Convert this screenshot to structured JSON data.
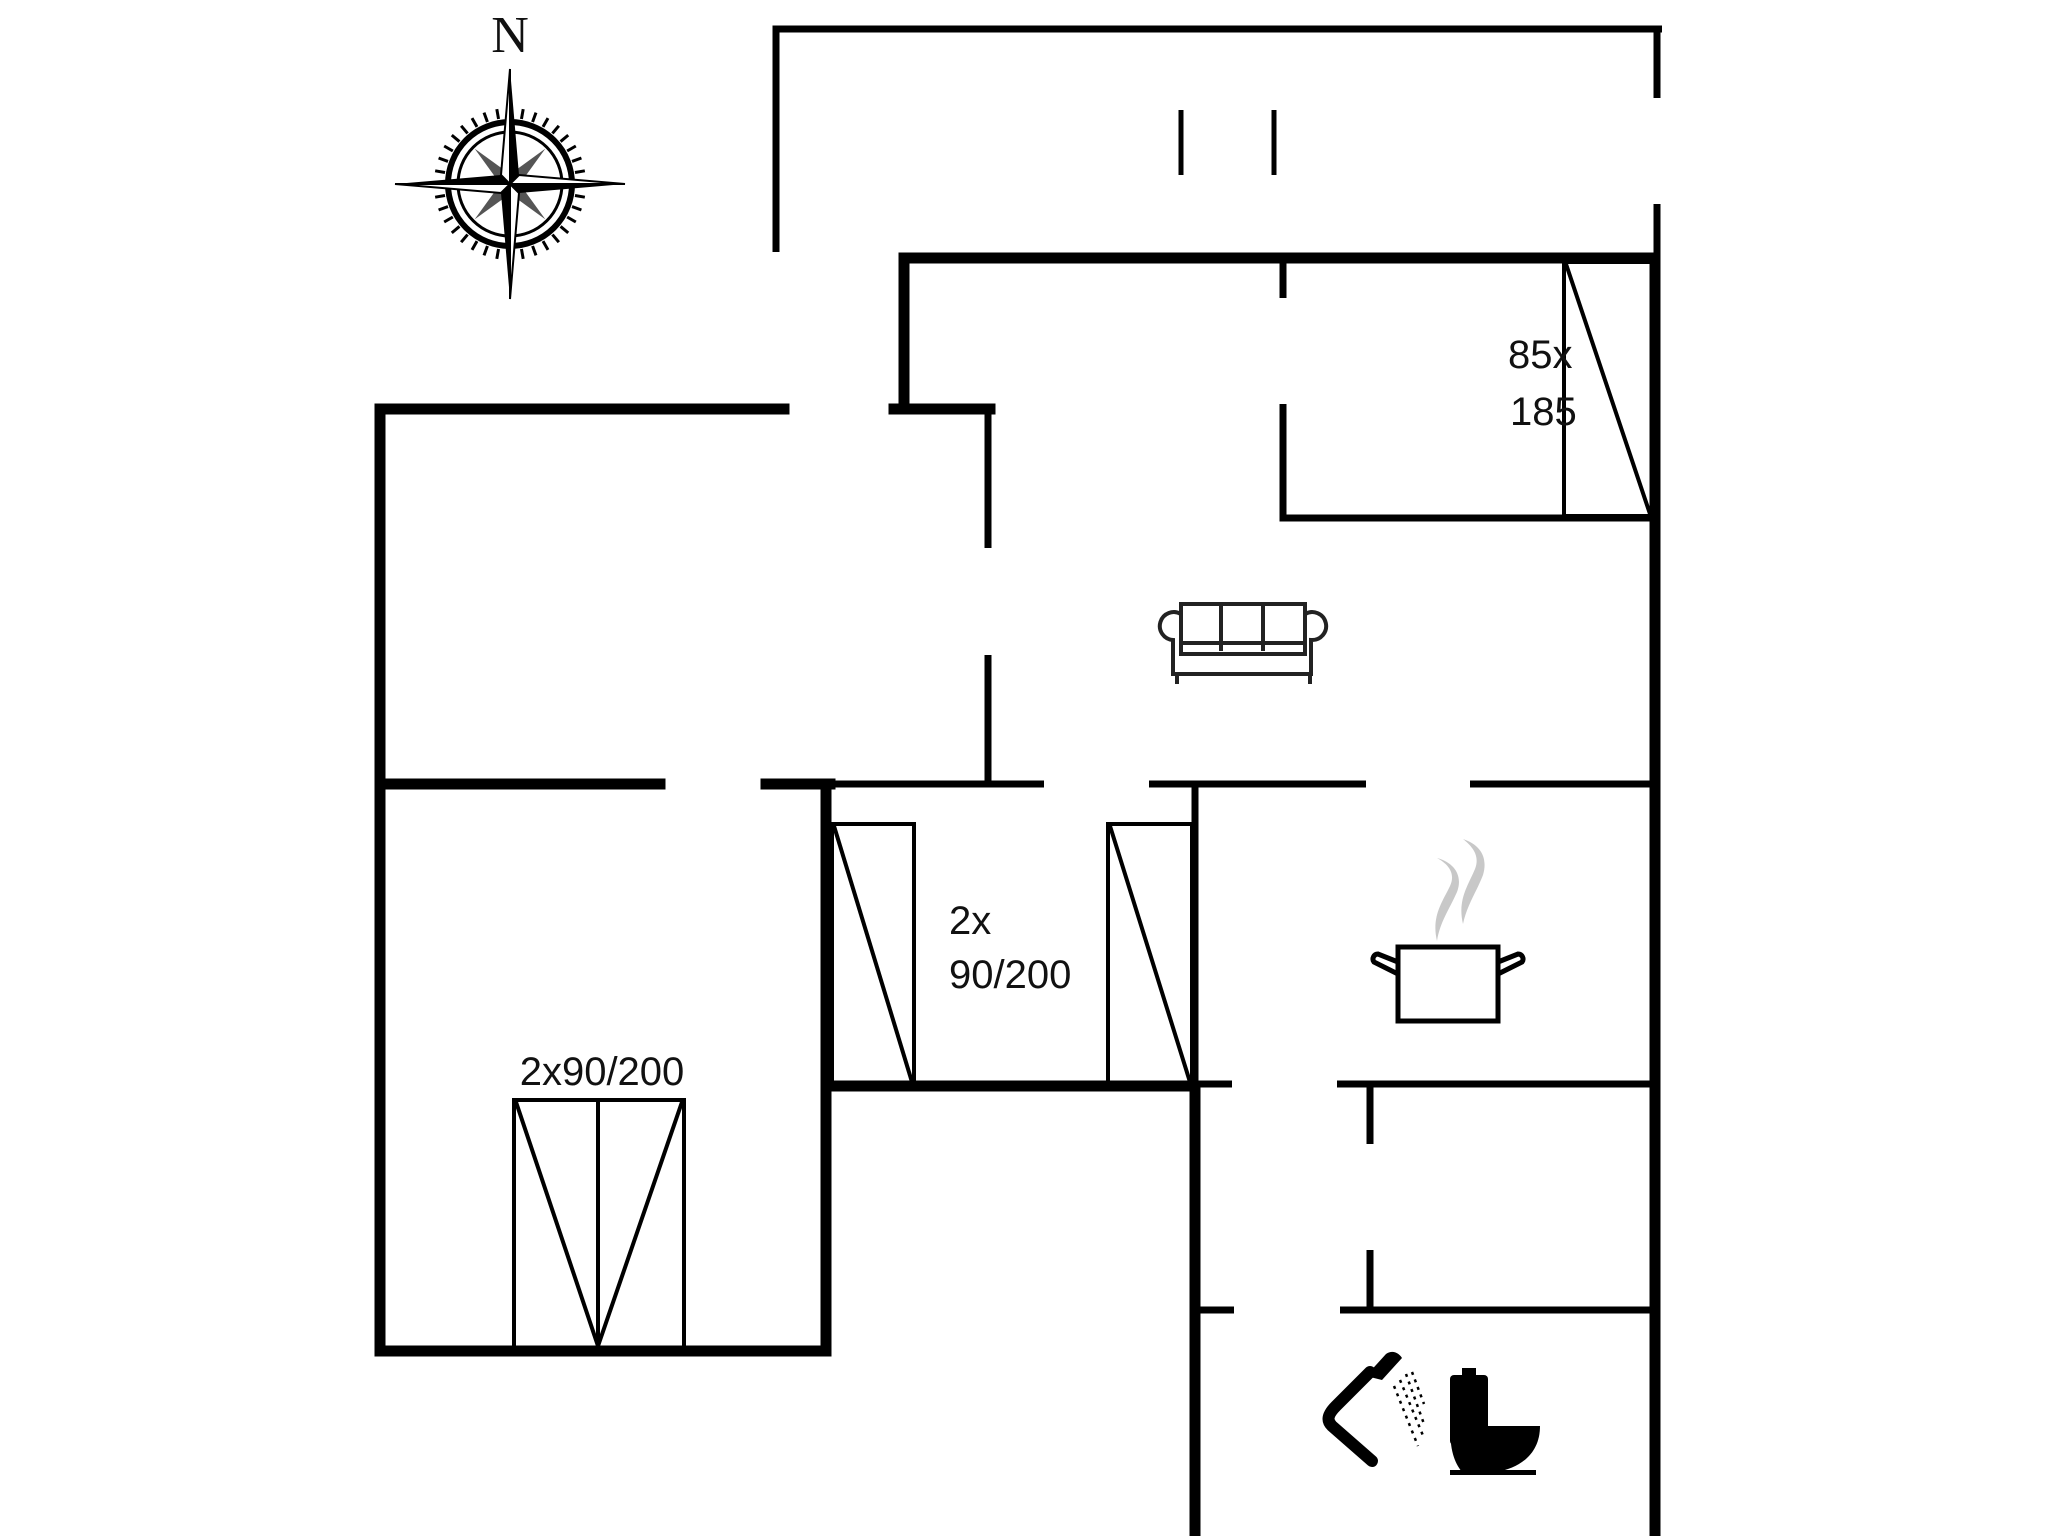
{
  "diagram": {
    "type": "floor-plan",
    "compass": {
      "north_label": "N"
    },
    "labels": {
      "bed_livingroom": {
        "line1": "85x",
        "line2": "185"
      },
      "bed_middle": {
        "line1": "2x",
        "line2": "90/200"
      },
      "bed_left": {
        "text": "2x90/200"
      }
    },
    "icons": [
      "compass-rose-icon",
      "sofa-icon",
      "cooking-pot-icon",
      "shower-icon",
      "toilet-icon"
    ],
    "colors": {
      "wall": "#000000",
      "background": "#ffffff",
      "steam": "#c8c8c8"
    }
  }
}
